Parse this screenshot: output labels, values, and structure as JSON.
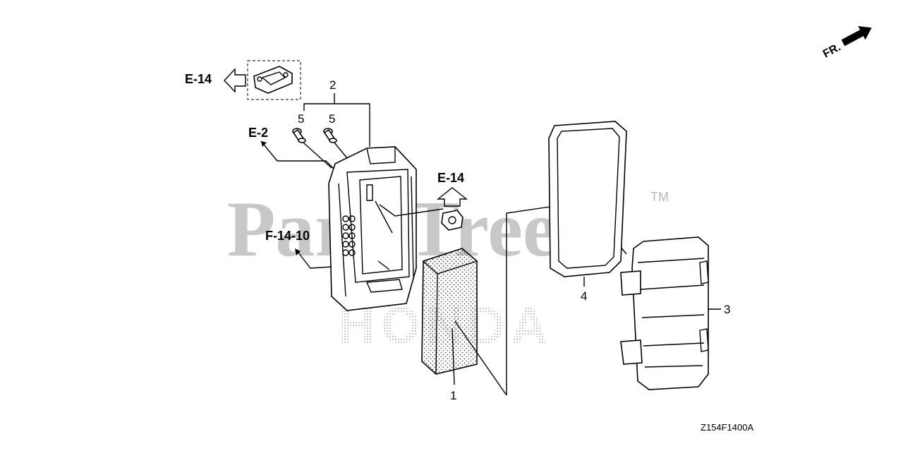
{
  "watermark": {
    "brand": "PartsTree",
    "tm": "TM",
    "maker": "HONDA"
  },
  "front_marker": "FR.",
  "refs": {
    "e14_left": "E-14",
    "e2": "E-2",
    "e14_mid": "E-14",
    "f1410": "F-14-10"
  },
  "callouts": {
    "p1": "1",
    "p2": "2",
    "p3": "3",
    "p4": "4",
    "p5a": "5",
    "p5b": "5"
  },
  "diagram_code": "Z154F1400A"
}
